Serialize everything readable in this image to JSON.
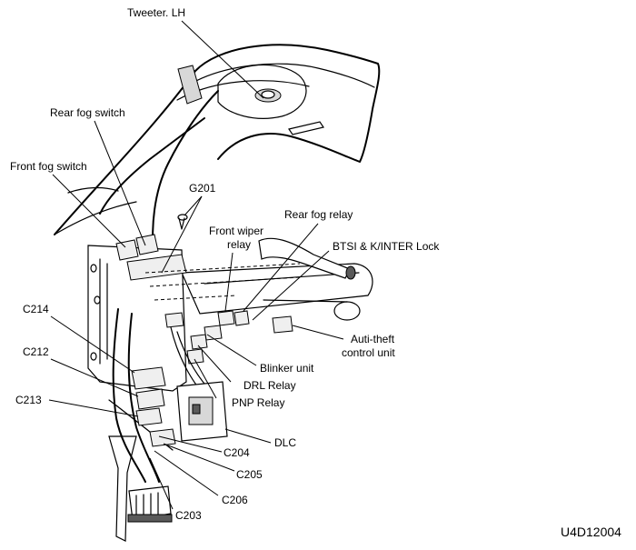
{
  "labels": {
    "tweeter_lh": "Tweeter. LH",
    "rear_fog_switch": "Rear fog switch",
    "front_fog_switch": "Front fog switch",
    "g201": "G201",
    "rear_fog_relay": "Rear fog relay",
    "front_wiper_relay_1": "Front wiper",
    "front_wiper_relay_2": "relay",
    "btsi_kinter_lock": "BTSI & K/INTER Lock",
    "c214": "C214",
    "c212": "C212",
    "c213": "C213",
    "auti_theft_1": "Auti-theft",
    "auti_theft_2": "control unit",
    "blinker_unit": "Blinker unit",
    "drl_relay": "DRL Relay",
    "pnp_relay": "PNP Relay",
    "dlc": "DLC",
    "c204": "C204",
    "c205": "C205",
    "c206": "C206",
    "c203": "C203"
  },
  "figure_id": "U4D12004"
}
